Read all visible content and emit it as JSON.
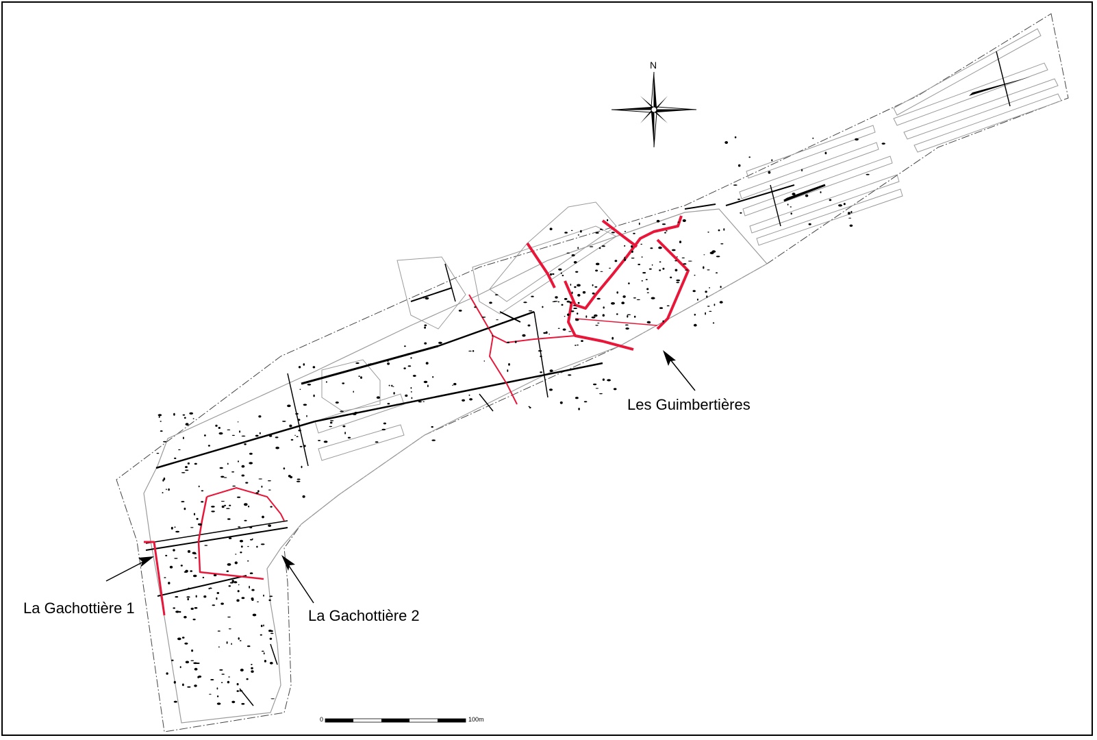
{
  "sites": {
    "gachottiere1": "La Gachottière 1",
    "gachottiere2": "La Gachottière 2",
    "guimbertieres": "Les Guimbertières"
  },
  "north_label": "N",
  "scale": {
    "start": "0",
    "end": "100m"
  },
  "colors": {
    "boundary": "#444444",
    "excavation": "#e8173a",
    "features": "#000000",
    "outline": "#9a9a9a"
  },
  "icons": {
    "compass": "compass-rose-icon",
    "arrow": "pointer-arrow-icon"
  }
}
